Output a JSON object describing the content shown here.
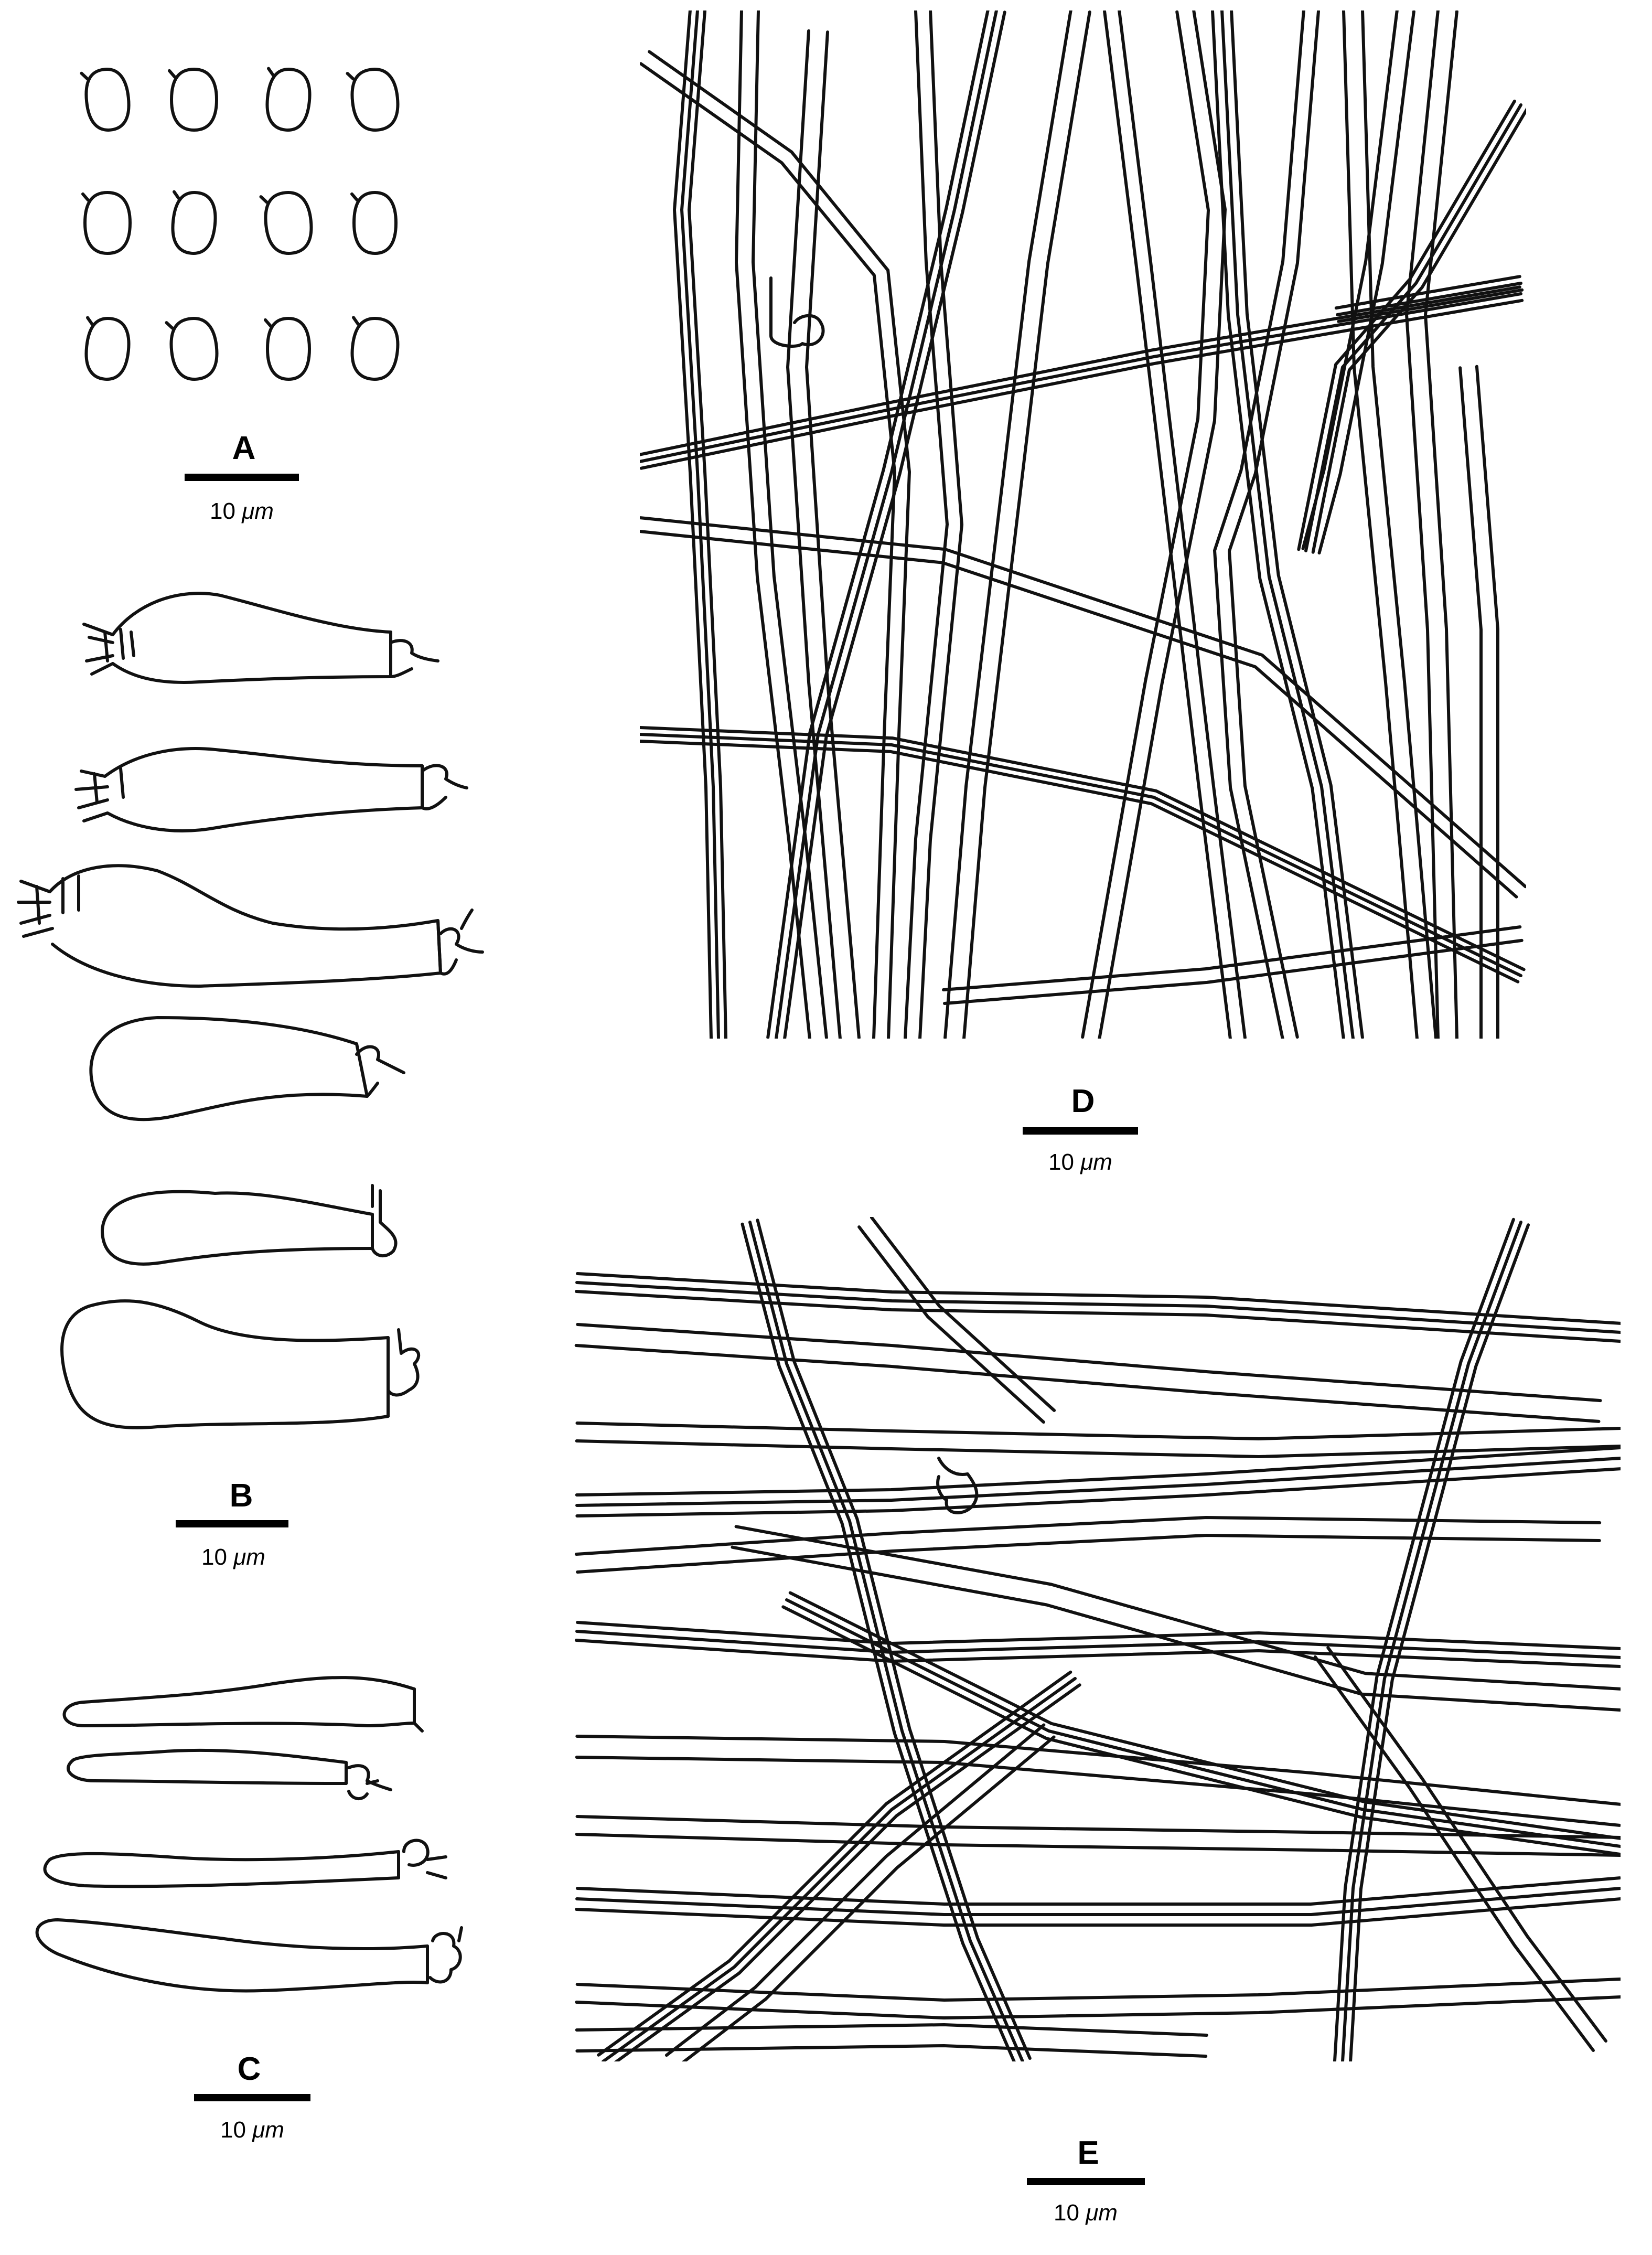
{
  "figure": {
    "background": "#ffffff",
    "ink_color": "#111111",
    "panels": [
      {
        "id": "A",
        "letter": "A",
        "scale_value": "10",
        "scale_unit": "μm"
      },
      {
        "id": "B",
        "letter": "B",
        "scale_value": "10",
        "scale_unit": "μm"
      },
      {
        "id": "C",
        "letter": "C",
        "scale_value": "10",
        "scale_unit": "μm"
      },
      {
        "id": "D",
        "letter": "D",
        "scale_value": "10",
        "scale_unit": "μm"
      },
      {
        "id": "E",
        "letter": "E",
        "scale_value": "10",
        "scale_unit": "μm"
      }
    ]
  }
}
